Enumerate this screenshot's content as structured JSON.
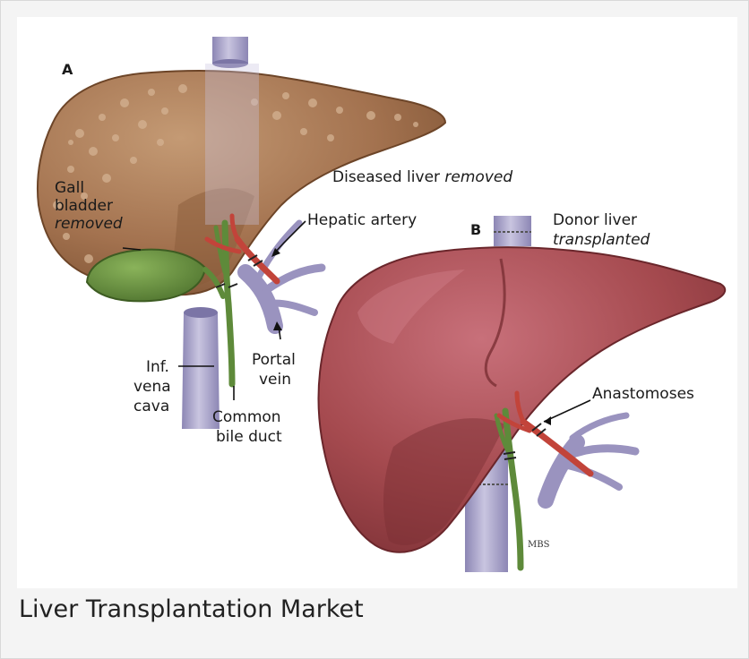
{
  "figure": {
    "label_a": "A",
    "label_b": "B",
    "diseased_liver": {
      "text": "Diseased liver ",
      "italic": "removed"
    },
    "gall_bladder": {
      "line1": "Gall",
      "line2": "bladder",
      "line3_italic": "removed"
    },
    "hepatic_artery": "Hepatic artery",
    "donor_liver": {
      "line1": "Donor liver",
      "line2_italic": "transplanted"
    },
    "inf_vena_cava": {
      "line1": "Inf.",
      "line2": "vena",
      "line3": "cava"
    },
    "portal_vein": {
      "line1": "Portal",
      "line2": "vein"
    },
    "common_bile_duct": {
      "line1": "Common",
      "line2": "bile duct"
    },
    "anastomoses": "Anastomoses",
    "signature": "MBS"
  },
  "caption": "Liver Transplantation Market",
  "colors": {
    "diseased_liver": "#a3724f",
    "donor_liver": "#a54a4f",
    "gall_bladder": "#5e8a3a",
    "artery": "#c2443a",
    "vein": "#9a93bf",
    "vena_cava": "#aaa4c8",
    "card_background": "#f4f4f4"
  }
}
